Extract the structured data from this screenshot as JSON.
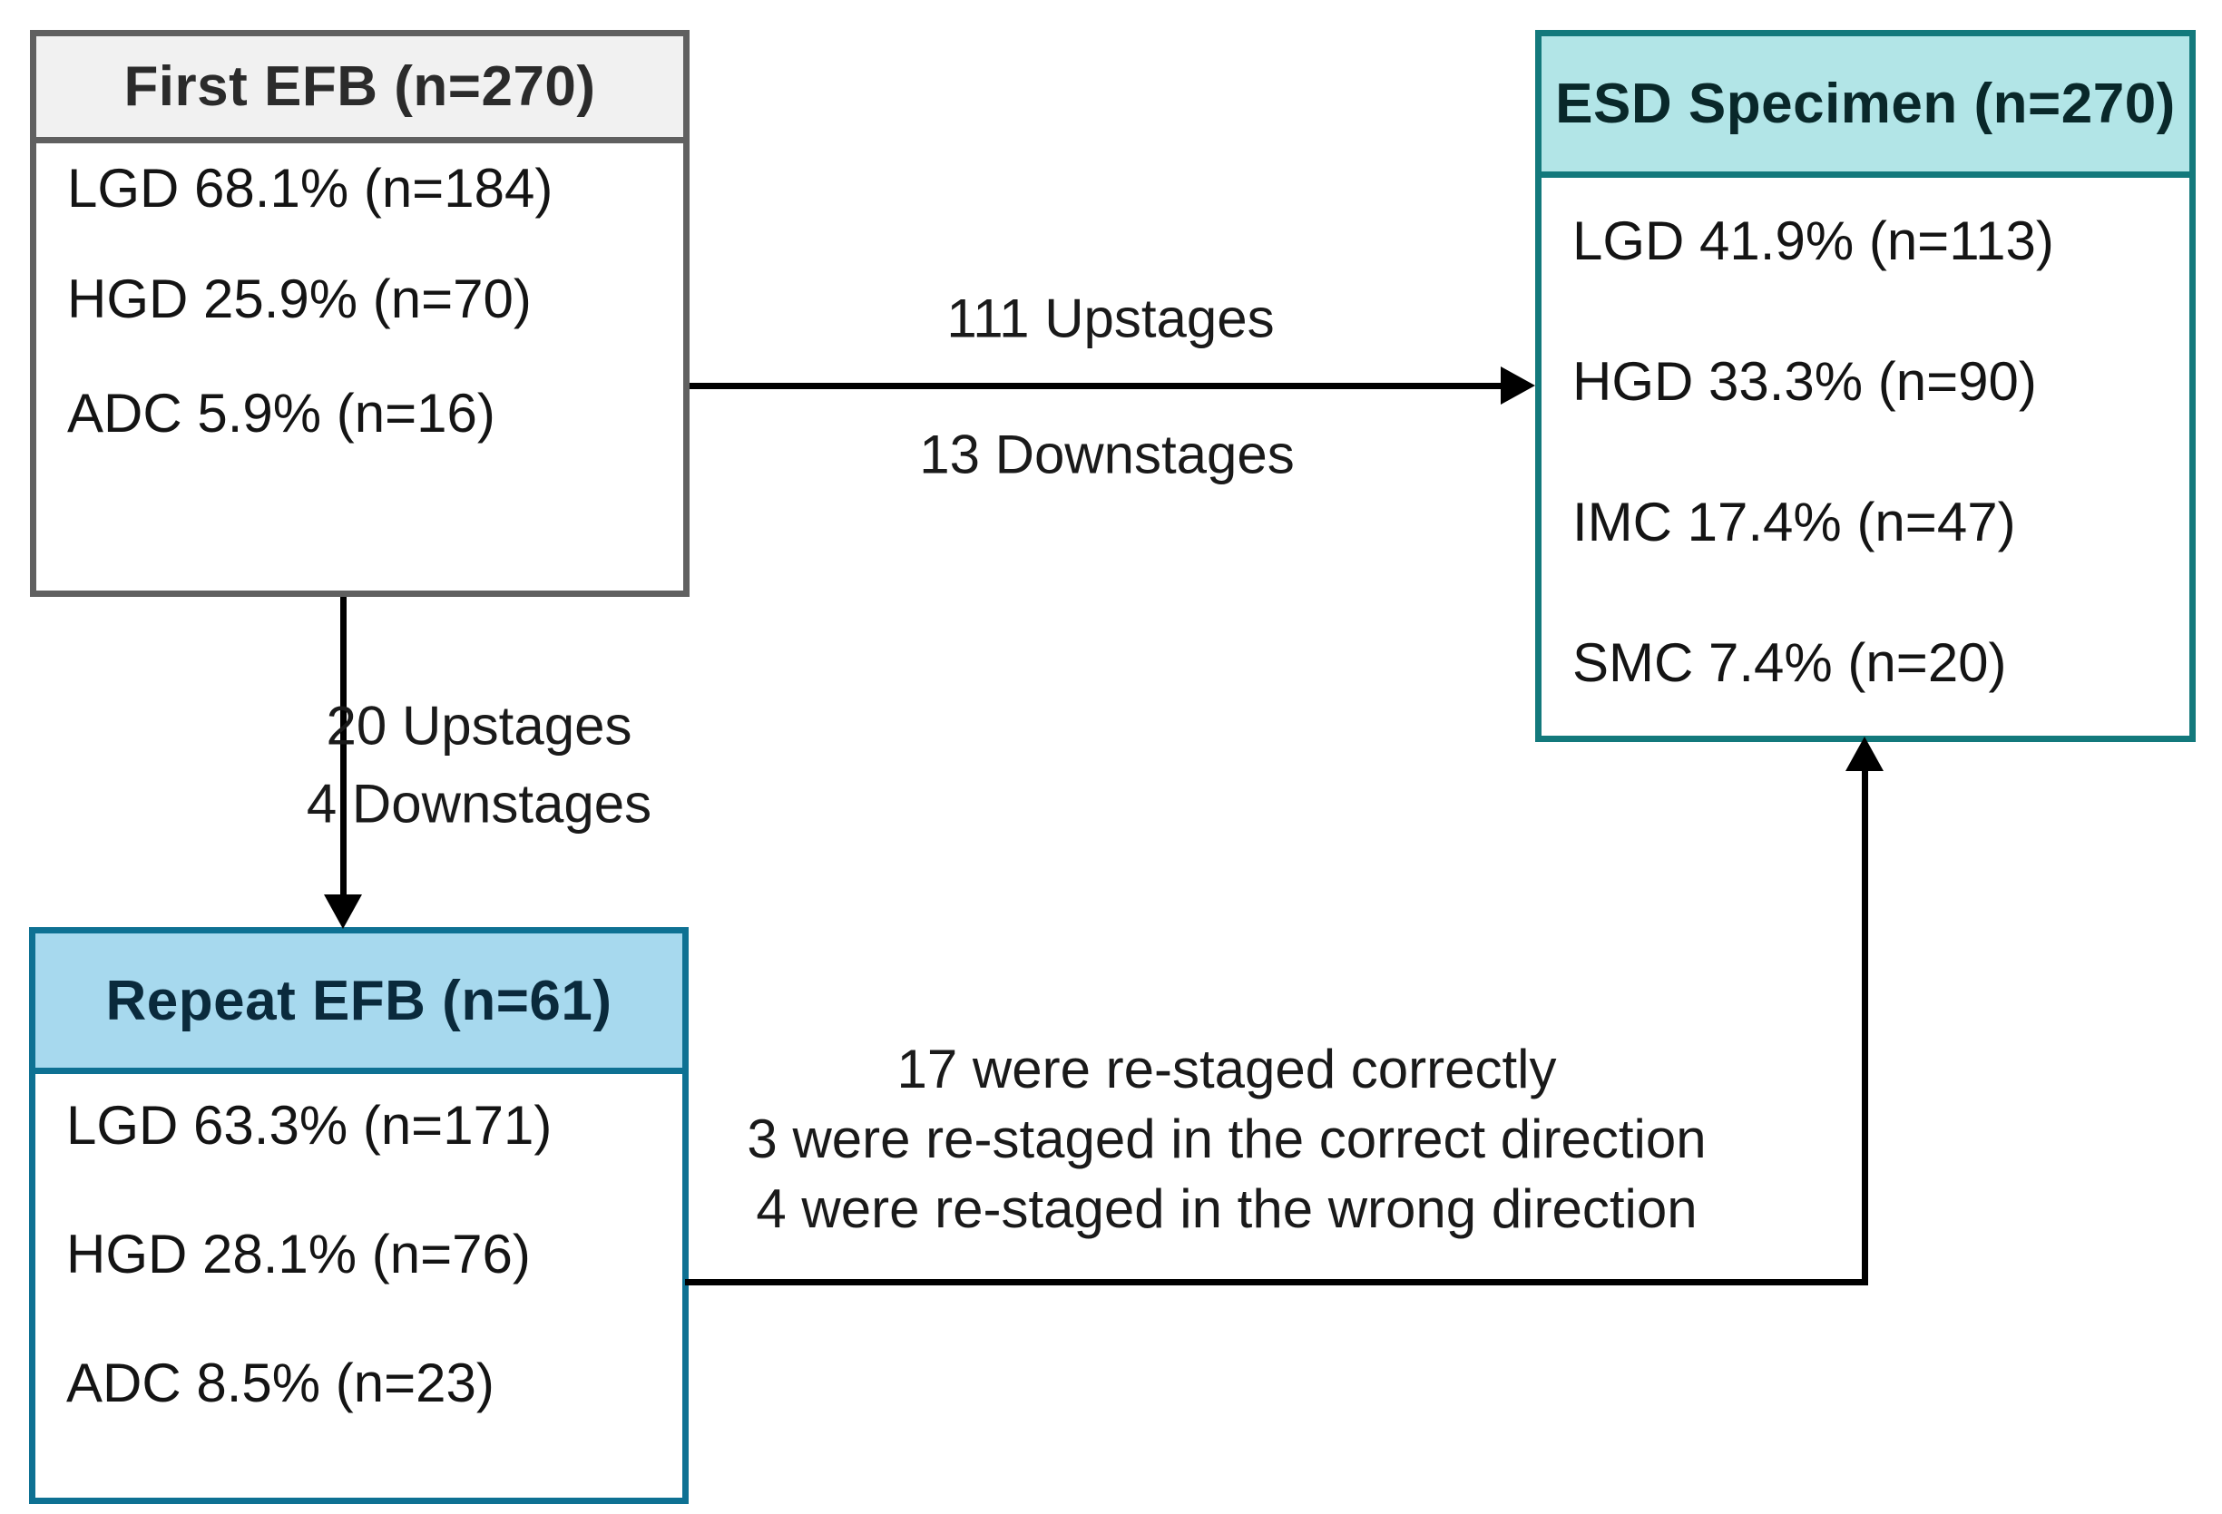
{
  "figure": {
    "background": "#ffffff",
    "arrow_color": "#000000",
    "text_color": "#141414",
    "boxes": {
      "first_efb": {
        "title": "First EFB (n=270)",
        "header_bg": "#f1f1f1",
        "border_color": "#606060",
        "rows": [
          "LGD 68.1% (n=184)",
          "HGD 25.9% (n=70)",
          "ADC 5.9% (n=16)"
        ]
      },
      "esd_specimen": {
        "title": "ESD Specimen (n=270)",
        "header_bg": "#b2e5e7",
        "border_color": "#13797c",
        "rows": [
          "LGD 41.9% (n=113)",
          "HGD 33.3% (n=90)",
          "IMC 17.4% (n=47)",
          "SMC 7.4% (n=20)"
        ]
      },
      "repeat_efb": {
        "title": "Repeat EFB (n=61)",
        "header_bg": "#a7d9ee",
        "border_color": "#0e7193",
        "rows": [
          "LGD 63.3% (n=171)",
          "HGD 28.1% (n=76)",
          "ADC 8.5% (n=23)"
        ]
      }
    },
    "arrows": {
      "first_to_esd": {
        "direction": "right",
        "label_above": "111 Upstages",
        "label_below": "13 Downstages"
      },
      "first_to_repeat": {
        "direction": "down",
        "label_line1": "20 Upstages",
        "label_line2": "4 Downstages"
      },
      "repeat_to_esd": {
        "direction": "right-then-up",
        "label_line1": "17 were re-staged correctly",
        "label_line2": "3 were re-staged in the correct direction",
        "label_line3": "4 were re-staged in the wrong direction"
      }
    }
  }
}
